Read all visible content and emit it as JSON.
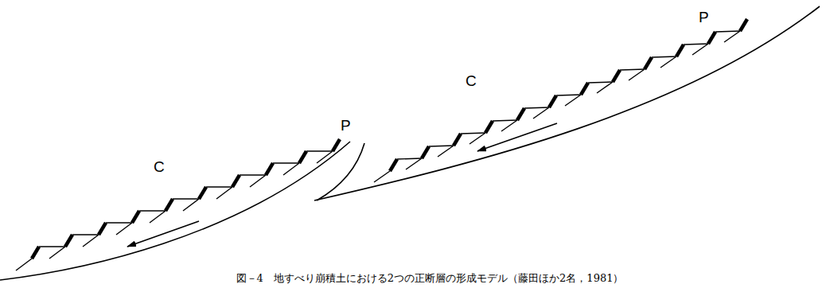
{
  "diagram": {
    "caption": "図－4　地すべり崩積土における2つの正断層の形成モデル（藤田ほか2名，1981）",
    "labels": [
      "C",
      "P",
      "C",
      "P"
    ]
  }
}
